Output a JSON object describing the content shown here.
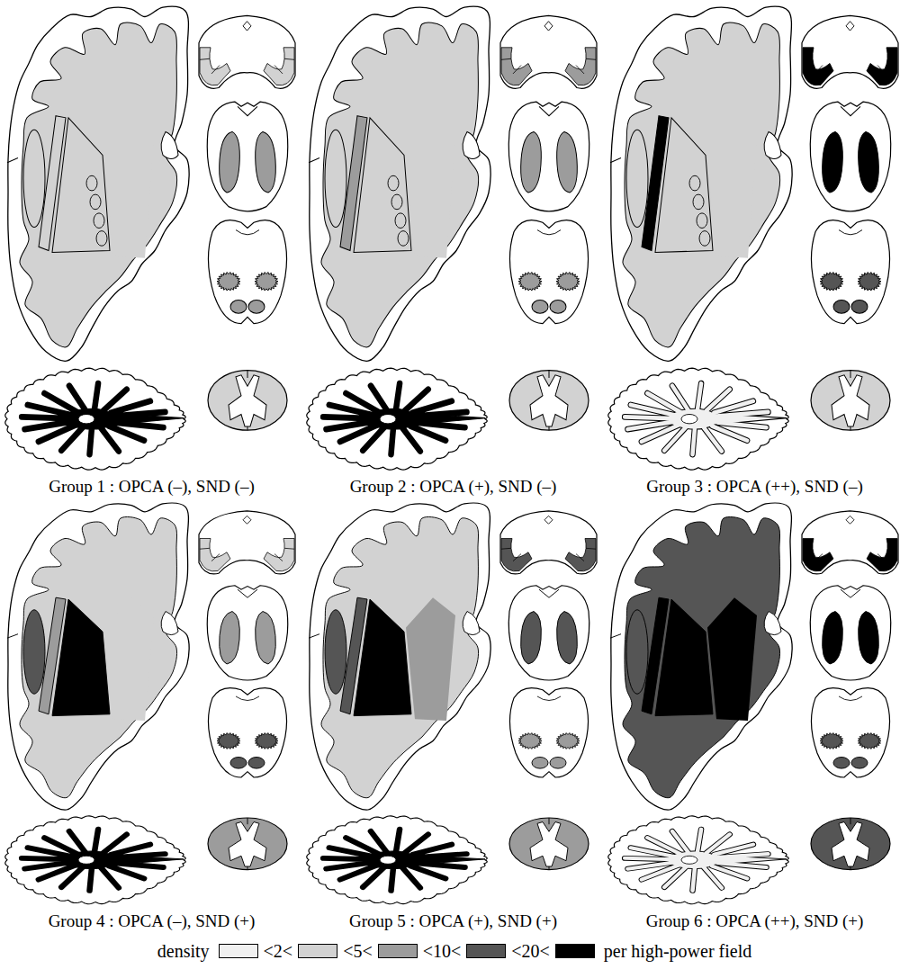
{
  "diagram": {
    "labels": [
      "Group 1 : OPCA (–), SND (–)",
      "Group 2 : OPCA (+), SND (–)",
      "Group 3 : OPCA (++), SND (–)",
      "Group 4 : OPCA (–), SND (+)",
      "Group 5 : OPCA (+), SND (+)",
      "Group 6 : OPCA (++), SND (+)",
      "density",
      "per high-power field"
    ],
    "legend": [
      {
        "text": "<2<",
        "color": "#f0f0f0"
      },
      {
        "text": "<5<",
        "color": "#d2d2d2"
      },
      {
        "text": "<10<",
        "color": "#9c9c9c"
      },
      {
        "text": "<20<",
        "color": "#555555"
      }
    ]
  }
}
